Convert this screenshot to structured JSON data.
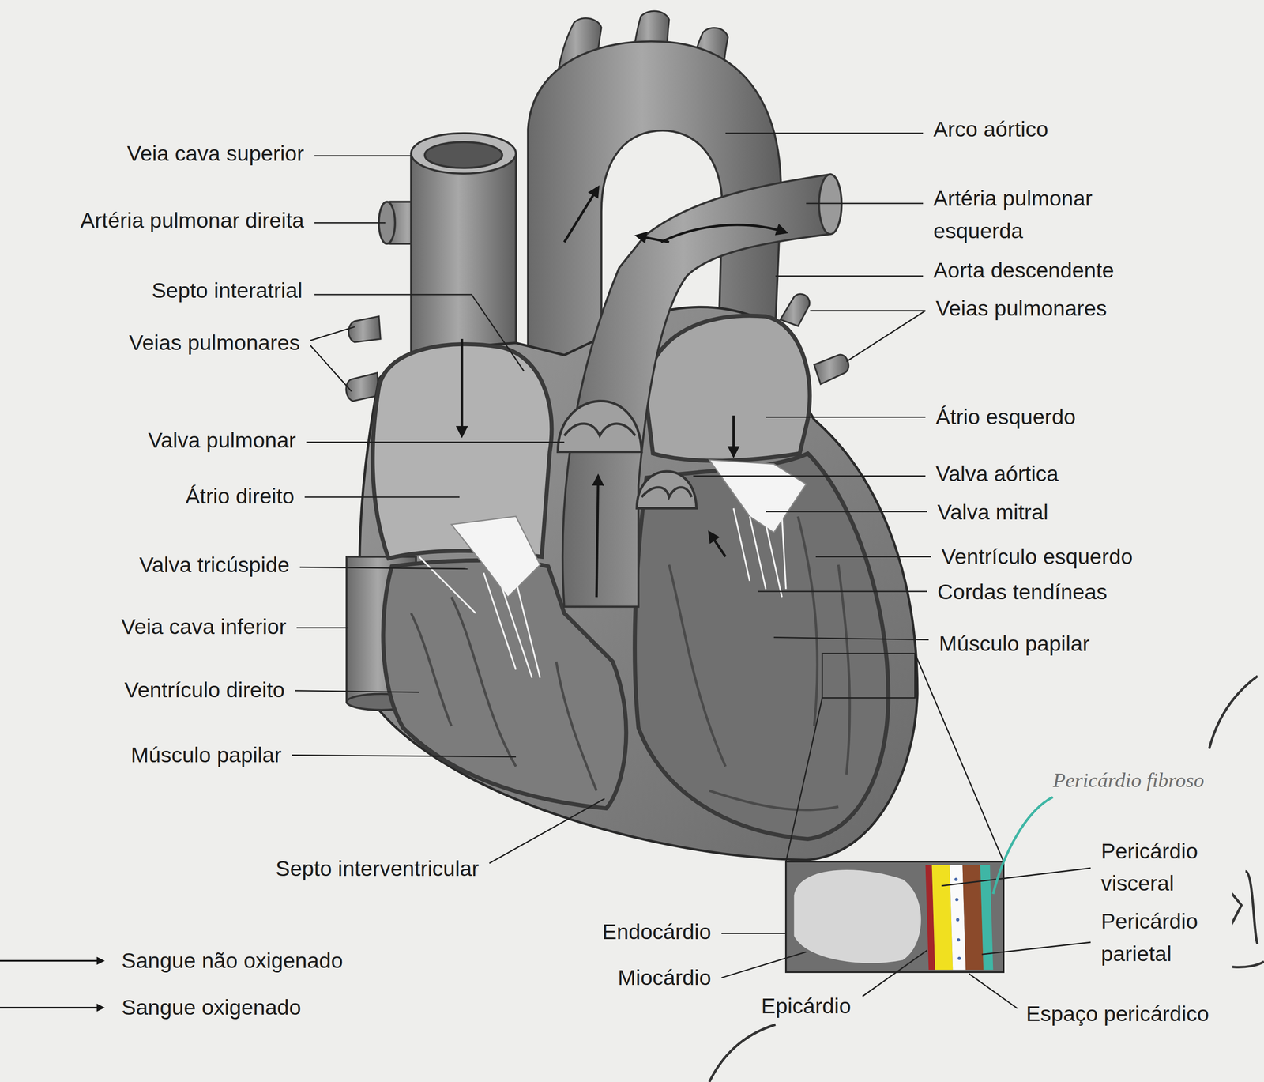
{
  "diagram": {
    "labels": [
      "Veia cava superior",
      "Artéria pulmonar direita",
      "Septo interatrial",
      "Veias pulmonares",
      "Valva pulmonar",
      "Átrio direito",
      "Valva tricúspide",
      "Veia cava inferior",
      "Ventrículo direito",
      "Músculo papilar",
      "Septo interventricular",
      "Endocárdio",
      "Miocárdio",
      "Epicárdio",
      "Arco aórtico",
      "Artéria pulmonar esquerda",
      "Aorta descendente",
      "Veias pulmonares",
      "Átrio esquerdo",
      "Valva aórtica",
      "Valva mitral",
      "Ventrículo esquerdo",
      "Cordas tendíneas",
      "Músculo papilar",
      "Pericárdio visceral",
      "Pericárdio parietal",
      "Espaço pericárdico",
      "Pericárdio fibroso"
    ],
    "legend": [
      {
        "text": "Sangue não oxigenado"
      },
      {
        "text": "Sangue oxigenado"
      }
    ]
  }
}
